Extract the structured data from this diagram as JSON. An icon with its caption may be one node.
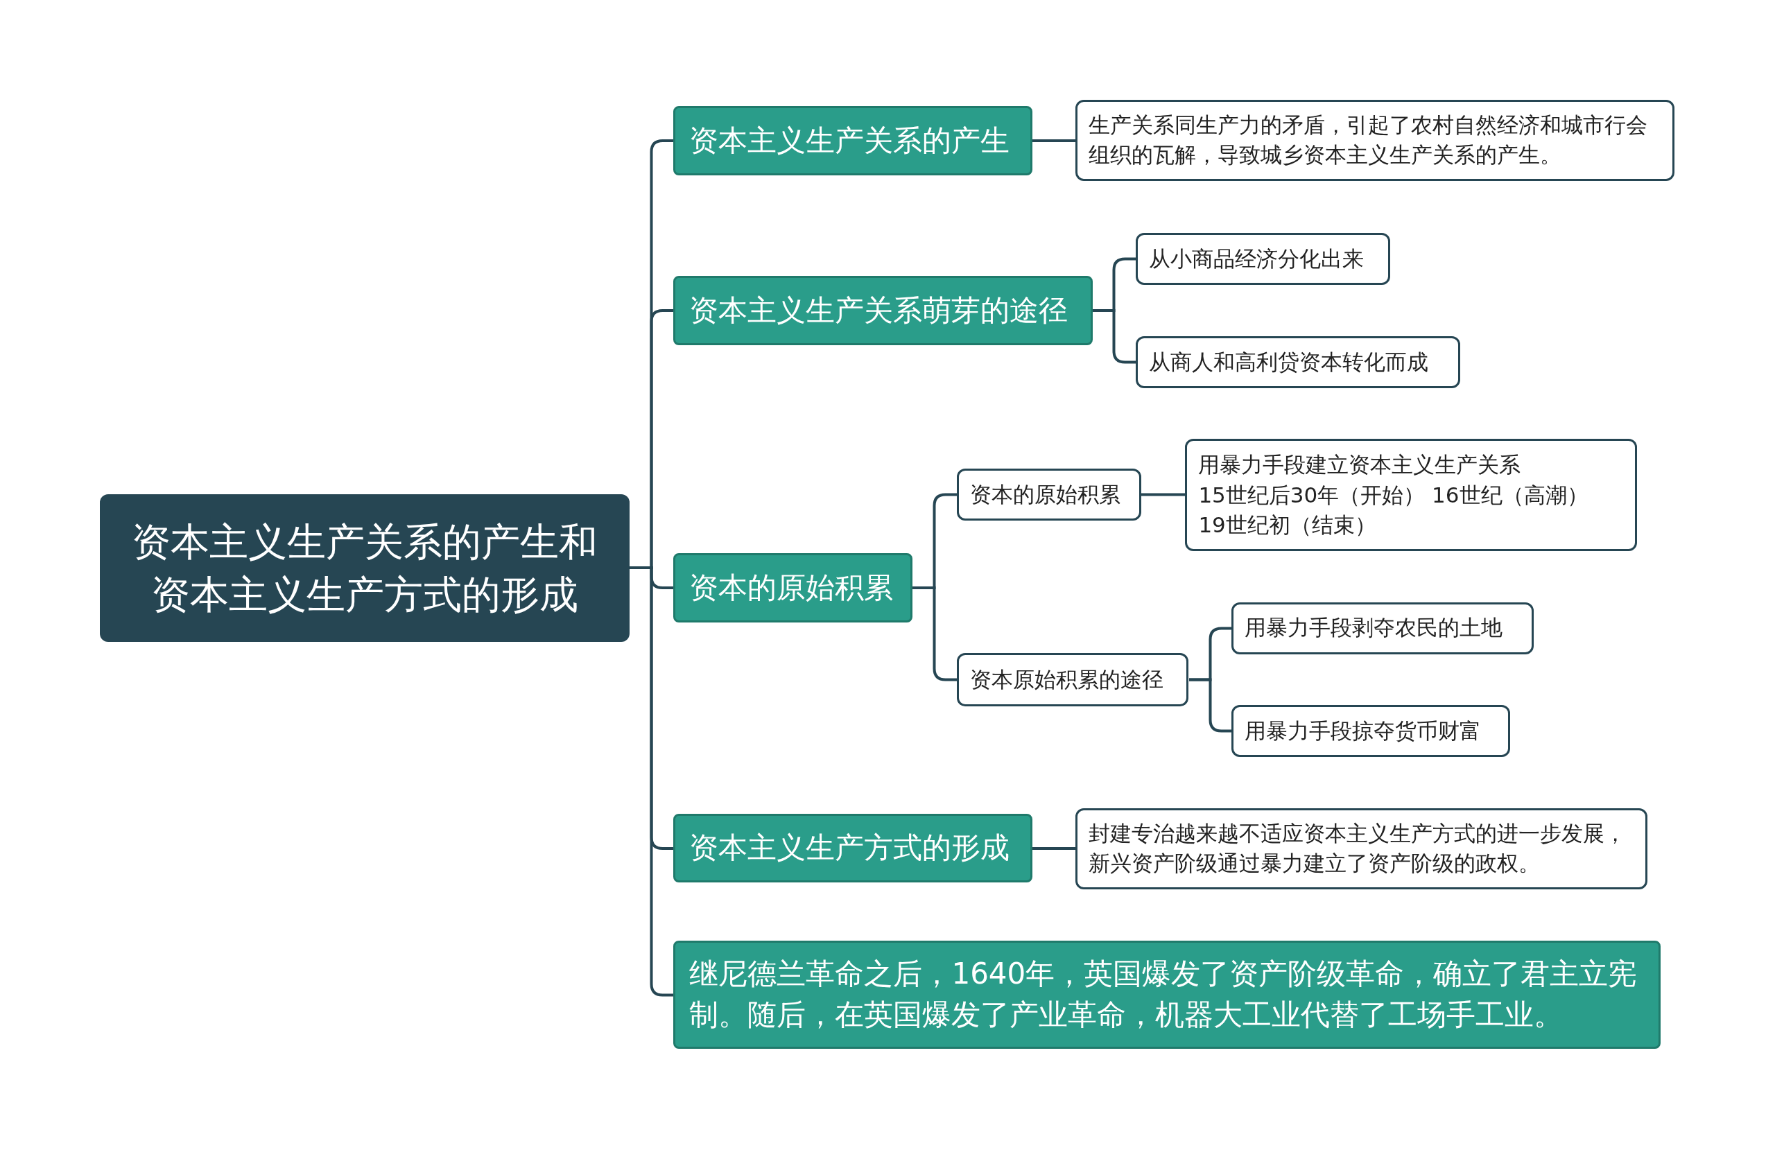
{
  "diagram": {
    "nodes": [
      {
        "text": [
          "资本主义生产关系的产生和资本主义生产方式的形成"
        ]
      },
      {
        "text": [
          "资本主义生产关系的产生"
        ]
      },
      {
        "text": [
          "生产关系同生产力的矛盾，引起了农村自然经济和城市行会组织的瓦解，导致城乡资本主义生产关系的产生。"
        ]
      },
      {
        "text": [
          "资本主义生产关系萌芽的途径"
        ]
      },
      {
        "text": [
          "从小商品经济分化出来"
        ]
      },
      {
        "text": [
          "从商人和高利贷资本转化而成"
        ]
      },
      {
        "text": [
          "资本的原始积累"
        ]
      },
      {
        "text": [
          "资本的原始积累"
        ]
      },
      {
        "text": [
          "用暴力手段建立资本主义生产关系",
          "15世纪后30年（开始） 16世纪（高潮）",
          "19世纪初（结束）"
        ]
      },
      {
        "text": [
          "资本原始积累的途径"
        ]
      },
      {
        "text": [
          "用暴力手段剥夺农民的土地"
        ]
      },
      {
        "text": [
          "用暴力手段掠夺货币财富"
        ]
      },
      {
        "text": [
          "资本主义生产方式的形成"
        ]
      },
      {
        "text": [
          "封建专治越来越不适应资本主义生产方式的进一步发展，新兴资产阶级通过暴力建立了资产阶级的政权。"
        ]
      },
      {
        "text": [
          "继尼德兰革命之后，1640年，英国爆发了资产阶级革命，确立了君主立宪制。随后，在英国爆发了产业革命，机器大工业代替了工场手工业。"
        ]
      }
    ],
    "edges": [
      {
        "from": 0,
        "to": 1,
        "arrow": "none"
      },
      {
        "from": 0,
        "to": 3,
        "arrow": "none"
      },
      {
        "from": 0,
        "to": 6,
        "arrow": "none"
      },
      {
        "from": 0,
        "to": 12,
        "arrow": "none"
      },
      {
        "from": 0,
        "to": 14,
        "arrow": "none"
      },
      {
        "from": 1,
        "to": 2,
        "arrow": "none"
      },
      {
        "from": 3,
        "to": 4,
        "arrow": "none"
      },
      {
        "from": 3,
        "to": 5,
        "arrow": "none"
      },
      {
        "from": 6,
        "to": 7,
        "arrow": "none"
      },
      {
        "from": 6,
        "to": 9,
        "arrow": "none"
      },
      {
        "from": 7,
        "to": 8,
        "arrow": "none"
      },
      {
        "from": 9,
        "to": 10,
        "arrow": "none"
      },
      {
        "from": 9,
        "to": 11,
        "arrow": "none"
      },
      {
        "from": 12,
        "to": 13,
        "arrow": "none"
      }
    ]
  }
}
